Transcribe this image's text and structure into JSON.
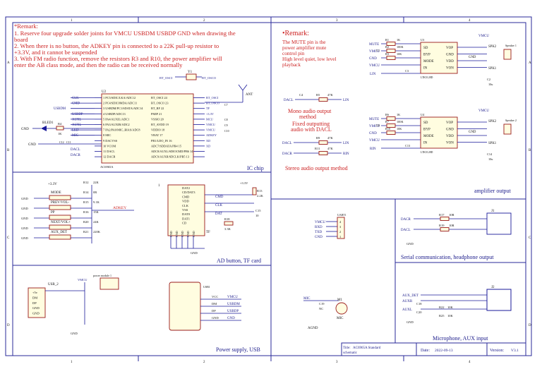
{
  "frame": {
    "col_labels": [
      "1",
      "2",
      "3",
      "4"
    ],
    "row_labels": [
      "A",
      "B",
      "C",
      "D"
    ]
  },
  "remarks_left": {
    "title": "*Remark:",
    "lines": [
      "1. Reserve four upgrade solder joints for VMCU USBDM USBDP GND when drawing the",
      "board",
      "2. When there is no button, the ADKEY pin is connected to a 22K pull-up resistor to",
      "+3.3V, and it cannot be suspended",
      "3. With FM radio function, remove the resistors R3 and R10, the power amplifier will",
      "enter the AB class mode, and then the radio can be received normally"
    ]
  },
  "remarks_right": {
    "title": "•Remark:",
    "lines": [
      "The MUTE pin is the",
      "power amplifier mute",
      "control pin",
      "High level quiet, low level",
      "playback"
    ]
  },
  "ic_chip": {
    "ref": "U2",
    "part": "AC6965A",
    "section_label": "IC chip",
    "left_pins": [
      "1  PC5/SDIC/LKA/ADC12",
      "2  PC4/SDIC0MDA/ADC11",
      "3  USBDM/PC1/SDATA/ADC14",
      "4  USBDP/ADC13",
      "5  PA4/AUXIL/ADC1",
      "6  PA3/AUXIR/ADC2",
      "7  PA2/PA0/MIC_BIAS/ADC8",
      "8  MIC",
      "9  DACVSS",
      "10 VCOM",
      "11 DACL",
      "12 DACR"
    ],
    "right_pins": [
      "BT_OSCI 24",
      "BT_OSCO 23",
      "BT_RF 22",
      "PMIP 21",
      "VSSIO 20",
      "BT_AVDD 19",
      "VDDIO 18",
      "VBAT 17",
      "PB1/LDO_IN 16",
      "ADC7/SDDATA/PB4 15",
      "ADC8/AUXL/SDIOCMD/PB6 14",
      "ADC9/AUXR/SDCLK/PB5 13"
    ],
    "net_left": [
      "CLK",
      "CMD",
      "USBDM",
      "USBDP",
      "AUXL",
      "AUXL",
      "LED",
      "MIC"
    ],
    "net_right": [
      "BT_OSCI",
      "BT_OSCO",
      "TF",
      "+3.3V",
      "MCU",
      "VMCU",
      "VMCU",
      "ADKEY",
      "XD",
      "XD"
    ],
    "dac_nets": [
      "DACL",
      "DACR"
    ],
    "crystal": "Y1",
    "crystal_nets": [
      "BT_OSCI",
      "BT_OSCO"
    ],
    "antenna": "ANT",
    "led": "BLED1",
    "led_res": "R4",
    "led_res_val": "1K",
    "gnd": "GND",
    "cap_labels": [
      "C11",
      "C12",
      "C7",
      "C8",
      "C9",
      "C10"
    ]
  },
  "ad_button": {
    "section_label": "AD button, TF card",
    "supply": "+3.3V",
    "net": "ADKEY",
    "buttons": [
      "MODE",
      "PREV/VOL-",
      "PP",
      "NEXT/VOL+",
      "AUX_DET"
    ],
    "resistors": [
      {
        "ref": "R12",
        "val": "22K"
      },
      {
        "ref": "R14",
        "val": "0R"
      },
      {
        "ref": "R15",
        "val": "9.1K"
      },
      {
        "ref": "R16",
        "val": "15K"
      },
      {
        "ref": "R20",
        "val": "24K"
      },
      {
        "ref": "R21",
        "val": "220K"
      }
    ],
    "gnd": "GND"
  },
  "tf_card": {
    "ref": "1",
    "pins": [
      "DAT2",
      "CD/DAT3",
      "CMD",
      "VDD",
      "CLK",
      "VSS",
      "DAT0",
      "DAT1",
      "CD"
    ],
    "bottom_pins": [
      "GND",
      "GND",
      "GND",
      "GND",
      "GND"
    ],
    "label": "TF",
    "nets": [
      "CMD",
      "CLK",
      "DAT"
    ],
    "res": [
      {
        "ref": "R13",
        "val": "2.2K"
      },
      {
        "ref": "R18",
        "val": "3.3K"
      }
    ],
    "cap": "C15",
    "cap_val": "10",
    "supply": "+3.3V",
    "gnd": "GND"
  },
  "amplifier": {
    "section_label": "amplifier output",
    "top": {
      "nets_in": [
        "MUTE",
        "VMCU",
        "GND",
        "VMCU"
      ],
      "res": [
        {
          "ref": "R1",
          "val": "1K"
        },
        {
          "ref": "R2",
          "val": "100K"
        },
        {
          "ref": "R3",
          "val": "10K"
        }
      ],
      "cap": "C1",
      "cap2": "C3",
      "in_net": "LIN",
      "ic_ref": "U3",
      "ic_part": "LTK5128D",
      "left_pins": [
        "SD",
        "BYP",
        "MODE",
        "IN"
      ],
      "right_pins": [
        "VOP",
        "GND",
        "VDD",
        "VON"
      ],
      "out_nets": [
        "SPK2",
        "SPK1"
      ],
      "supply": "VMCU",
      "speaker": "Speaker 1",
      "cap_out": "C2",
      "cap_out_val": "10u",
      "gnd": "GND"
    },
    "bottom": {
      "nets_in": [
        "MUTE",
        "VMCU",
        "GND",
        "VMCU"
      ],
      "res": [
        {
          "ref": "R6",
          "val": "1K"
        },
        {
          "ref": "R7",
          "val": "100K"
        },
        {
          "ref": "R10",
          "val": "10K"
        }
      ],
      "cap": "C6",
      "cap2": "C13",
      "in_net": "RIN",
      "ic_ref": "U4",
      "ic_part": "LTK5128D",
      "left_pins": [
        "SD",
        "BYP",
        "MODE",
        "IN"
      ],
      "right_pins": [
        "VOP",
        "GND",
        "VDD",
        "VON"
      ],
      "out_nets": [
        "SPK2",
        "SPK1"
      ],
      "supply": "VMCU",
      "speaker": "Speaker 2",
      "cap_out": "C14",
      "cap_out_val": "10u",
      "gnd": "GND"
    }
  },
  "mono_audio": {
    "title_lines": [
      "Mono audio output",
      "method"
    ],
    "note_lines": [
      "Fixed outputting",
      "audio with DACL"
    ],
    "nets": [
      "DACL",
      "LIN"
    ],
    "res": {
      "ref": "R5",
      "val": "47K"
    },
    "cap": "C4"
  },
  "stereo_audio": {
    "title": "Stereo audio output method",
    "left": {
      "in": "DACL",
      "out": "LIN",
      "res": {
        "ref": "R9",
        "val": "47K"
      }
    },
    "right": {
      "in": "DACR",
      "out": "RIN",
      "res": {
        "ref": "R11",
        "val": "47K"
      }
    }
  },
  "serial": {
    "section_label": "Serial communication, headphone output",
    "nets": [
      "VMCU",
      "RXD",
      "TXD",
      "GND"
    ],
    "header": "UART1",
    "pins": [
      "4",
      "3",
      "2",
      "1"
    ],
    "headphone": {
      "ref": "J1",
      "nets": [
        "DACR",
        "DACL"
      ],
      "res": [
        {
          "ref": "R17",
          "val": "10R"
        },
        {
          "ref": "R19",
          "val": "10R"
        }
      ],
      "gnd": "GND"
    }
  },
  "usb": {
    "section_label": "Power supply, USB",
    "ref": "USB_2",
    "pins": [
      "+5v",
      "DM",
      "DP",
      "GND",
      "GND"
    ],
    "mic_usb_ref": "USB1",
    "mic_usb_pins": [
      "VCC",
      "DM",
      "DP",
      "GND"
    ],
    "nets": [
      "VMCU",
      "USBDM",
      "USBDP",
      "GND"
    ],
    "power_module": "power module 1",
    "supply": "VMCU",
    "gnd": "GND"
  },
  "mic": {
    "section_label": "Microphone, AUX input",
    "net": "MIC",
    "cap": "C19",
    "cap_val": "NC",
    "ref": "M1",
    "label": "MIC",
    "gnd": "AGND"
  },
  "aux": {
    "nets": [
      "AUX_DET",
      "AUXR",
      "AUXL"
    ],
    "ref": "J2",
    "res": [
      {
        "ref": "R22",
        "val": "10K"
      },
      {
        "ref": "R25",
        "val": "10K"
      }
    ],
    "caps": [
      "C18",
      "C20"
    ],
    "gnd": "GND"
  },
  "title_block": {
    "title_label": "Title:",
    "title": "AC6965A Standard",
    "title2": "schematic",
    "date_label": "Date:",
    "date": "2022-09-13",
    "version_label": "Version:",
    "version": "V3.1"
  }
}
